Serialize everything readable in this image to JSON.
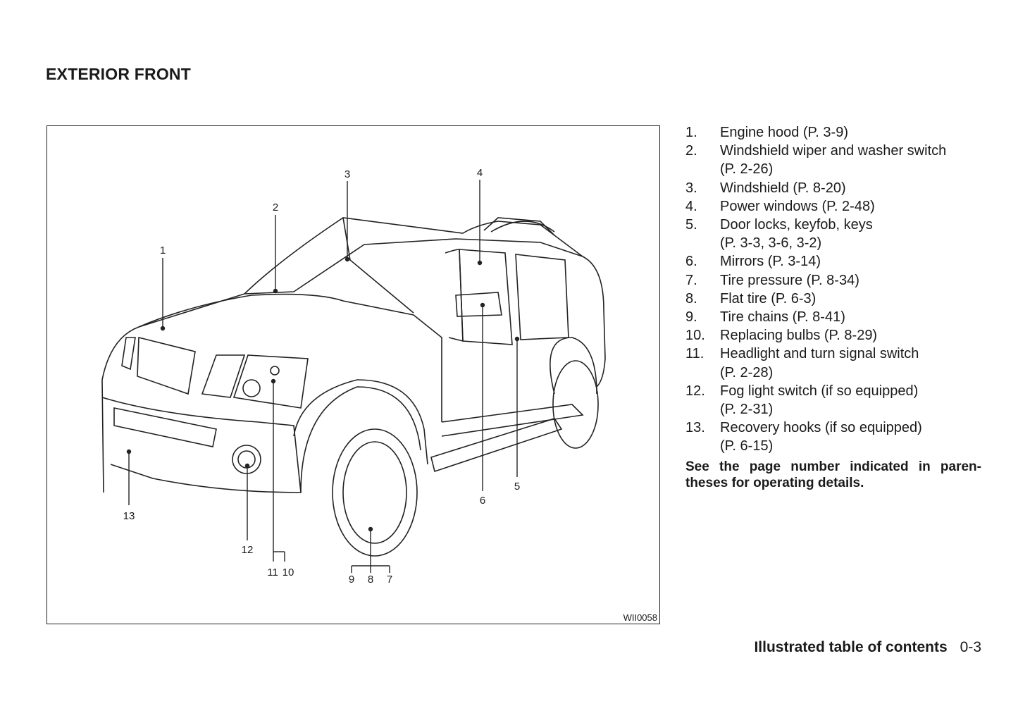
{
  "title": "EXTERIOR FRONT",
  "figure": {
    "code": "WII0058",
    "callouts": [
      "1",
      "2",
      "3",
      "4",
      "5",
      "6",
      "13",
      "12",
      "11",
      "10",
      "9",
      "8",
      "7"
    ]
  },
  "items": [
    {
      "num": "1.",
      "text": "Engine hood (P. 3-9)"
    },
    {
      "num": "2.",
      "text": "Windshield wiper and washer switch",
      "cont": "(P. 2-26)"
    },
    {
      "num": "3.",
      "text": "Windshield (P. 8-20)"
    },
    {
      "num": "4.",
      "text": "Power windows (P. 2-48)"
    },
    {
      "num": "5.",
      "text": "Door locks, keyfob, keys",
      "cont": "(P. 3-3, 3-6, 3-2)"
    },
    {
      "num": "6.",
      "text": "Mirrors (P. 3-14)"
    },
    {
      "num": "7.",
      "text": "Tire pressure (P. 8-34)"
    },
    {
      "num": "8.",
      "text": "Flat tire (P. 6-3)"
    },
    {
      "num": "9.",
      "text": "Tire chains (P. 8-41)"
    },
    {
      "num": "10.",
      "text": "Replacing bulbs (P. 8-29)"
    },
    {
      "num": "11.",
      "text": "Headlight and turn signal switch",
      "cont": "(P. 2-28)"
    },
    {
      "num": "12.",
      "text": "Fog light switch (if so equipped)",
      "cont": "(P. 2-31)"
    },
    {
      "num": "13.",
      "text": "Recovery hooks (if so equipped)",
      "cont": "(P. 6-15)"
    }
  ],
  "note": "See the page number indicated in paren-theses for operating details.",
  "footer": {
    "section": "Illustrated table of contents",
    "page": "0-3"
  }
}
